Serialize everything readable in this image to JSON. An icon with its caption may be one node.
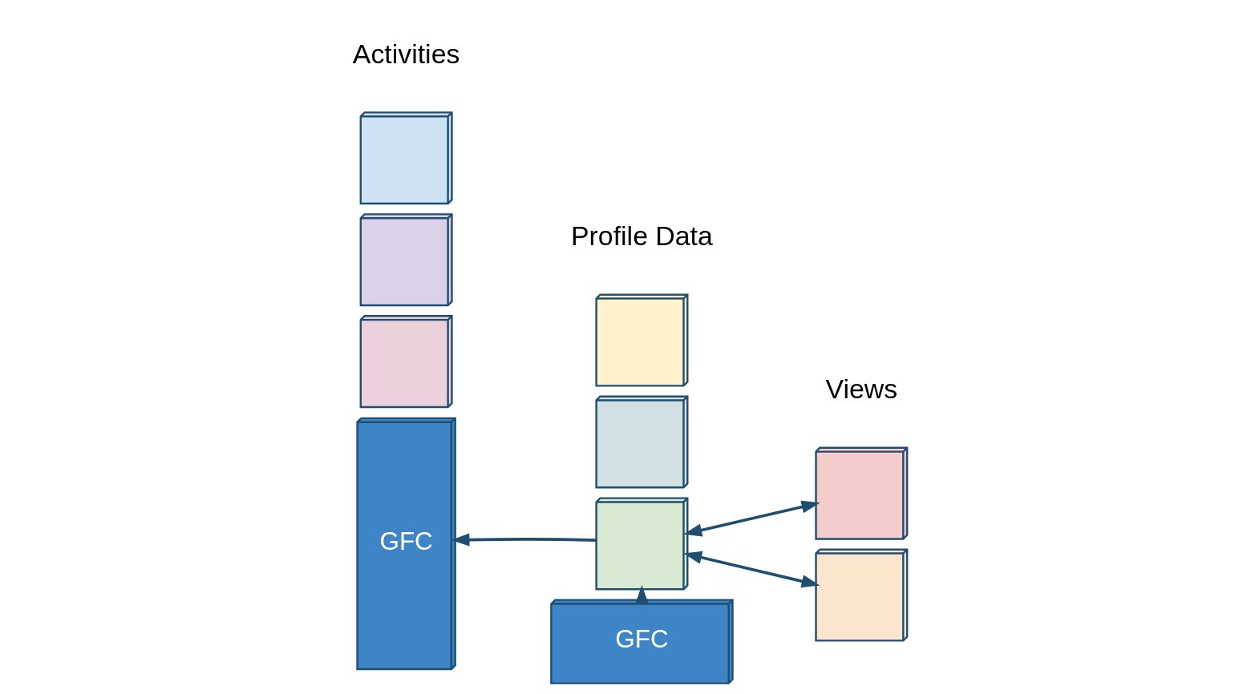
{
  "diagram": {
    "nodes": [
      {
        "text": [],
        "shape": "box"
      },
      {
        "text": [],
        "shape": "box"
      },
      {
        "text": [],
        "shape": "box"
      },
      {
        "text": [
          "GFC"
        ]
      },
      {
        "text": [],
        "shape": "box"
      },
      {
        "text": [],
        "shape": "box"
      },
      {
        "text": [],
        "shape": "box"
      },
      {
        "text": [
          "GFC"
        ]
      },
      {
        "text": [],
        "shape": "box"
      },
      {
        "text": [],
        "shape": "box"
      }
    ],
    "edges": [
      {
        "from": 4,
        "to": 3,
        "arrow": "to"
      },
      {
        "from": 4,
        "to": 5,
        "arrow": "both"
      },
      {
        "from": 4,
        "to": 6,
        "arrow": "both"
      },
      {
        "from": 7,
        "to": 4,
        "arrow": "to"
      }
    ],
    "labels": [
      "Activities",
      "Profile Data",
      "Views"
    ]
  }
}
